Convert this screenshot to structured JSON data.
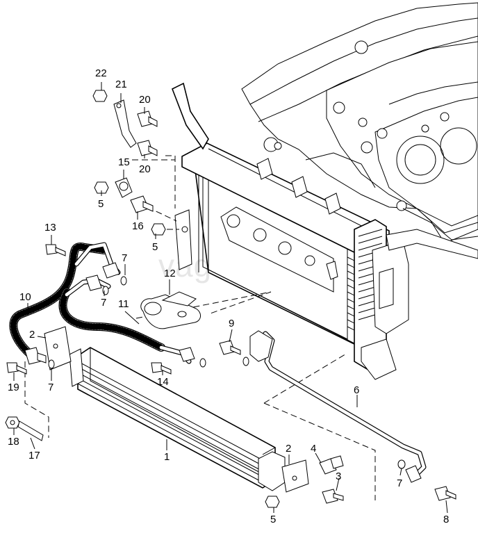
{
  "watermark": "vagtec.ru",
  "callouts": {
    "c1": "1",
    "c2a": "2",
    "c2b": "2",
    "c3": "3",
    "c4": "4",
    "c5a": "5",
    "c5b": "5",
    "c5c": "5",
    "c6": "6",
    "c7a": "7",
    "c7b": "7",
    "c7c": "7",
    "c7d": "7",
    "c8": "8",
    "c9": "9",
    "c10": "10",
    "c11": "11",
    "c12": "12",
    "c13": "13",
    "c14": "14",
    "c15": "15",
    "c16": "16",
    "c17": "17",
    "c18": "18",
    "c19": "19",
    "c20a": "20",
    "c20b": "20",
    "c21": "21",
    "c22": "22"
  }
}
